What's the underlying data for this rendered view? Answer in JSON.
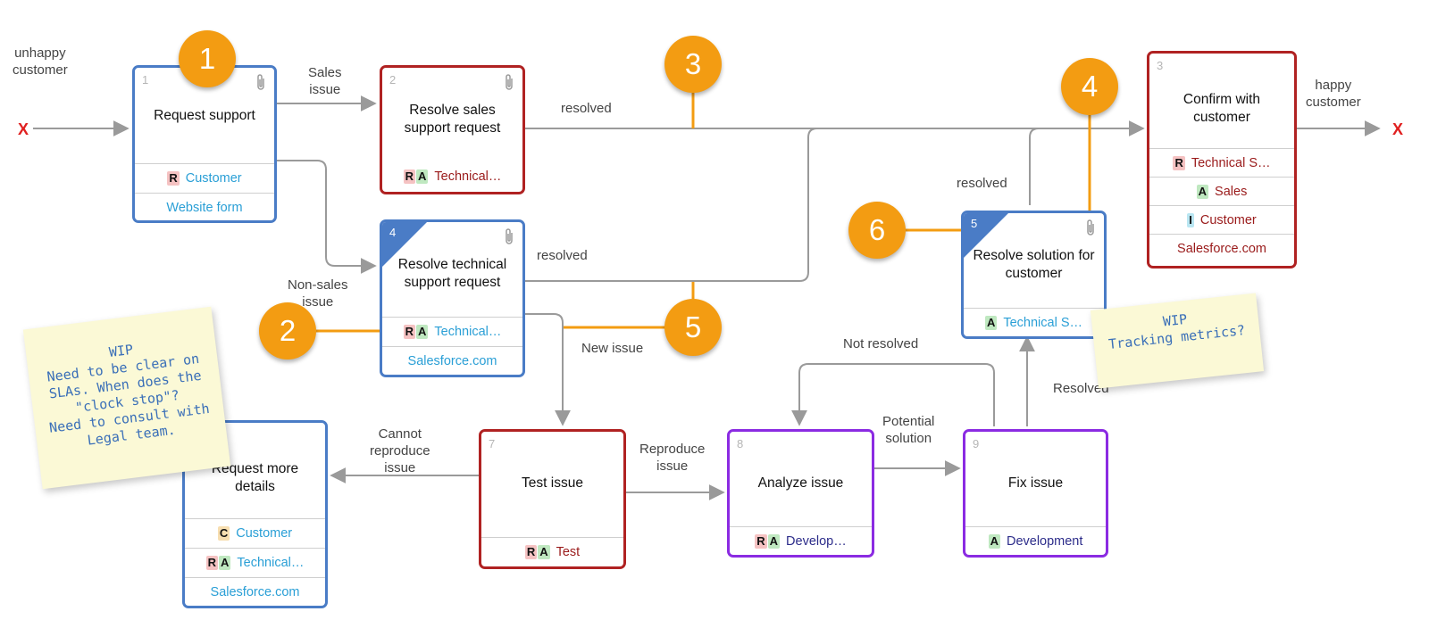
{
  "start_label": "unhappy\ncustomer",
  "end_label": "happy\ncustomer",
  "start_mark": "X",
  "end_mark": "X",
  "boxes": [
    {
      "num": "1",
      "title": "Request support",
      "rows": [
        {
          "badges": [
            "R"
          ],
          "text": "Customer",
          "color": "#2a9fd6"
        },
        {
          "badges": [],
          "text": "Website form",
          "color": "#2a9fd6"
        }
      ]
    },
    {
      "num": "2",
      "title": "Resolve sales support request",
      "rows": [
        {
          "badges": [
            "R",
            "A"
          ],
          "text": "Technical…",
          "color": "#9a1b1b"
        }
      ]
    },
    {
      "num": "3",
      "title": "Confirm with customer",
      "rows": [
        {
          "badges": [
            "R"
          ],
          "text": "Technical S…",
          "color": "#9a1b1b"
        },
        {
          "badges": [
            "A"
          ],
          "text": "Sales",
          "color": "#9a1b1b"
        },
        {
          "badges": [
            "I"
          ],
          "text": "Customer",
          "color": "#9a1b1b"
        },
        {
          "badges": [],
          "text": "Salesforce.com",
          "color": "#9a1b1b"
        }
      ]
    },
    {
      "num": "4",
      "title": "Resolve technical support request",
      "rows": [
        {
          "badges": [
            "R",
            "A"
          ],
          "text": "Technical…",
          "color": "#2a9fd6"
        },
        {
          "badges": [],
          "text": "Salesforce.com",
          "color": "#2a9fd6"
        }
      ]
    },
    {
      "num": "5",
      "title": "Resolve solution for customer",
      "rows": [
        {
          "badges": [
            "A"
          ],
          "text": "Technical S…",
          "color": "#2a9fd6"
        }
      ]
    },
    {
      "num": "",
      "title": "Request more details",
      "rows": [
        {
          "badges": [
            "C"
          ],
          "text": "Customer",
          "color": "#2a9fd6"
        },
        {
          "badges": [
            "R",
            "A"
          ],
          "text": "Technical…",
          "color": "#2a9fd6"
        },
        {
          "badges": [],
          "text": "Salesforce.com",
          "color": "#2a9fd6"
        }
      ]
    },
    {
      "num": "7",
      "title": "Test issue",
      "rows": [
        {
          "badges": [
            "R",
            "A"
          ],
          "text": "Test",
          "color": "#9a1b1b"
        }
      ]
    },
    {
      "num": "8",
      "title": "Analyze issue",
      "rows": [
        {
          "badges": [
            "R",
            "A"
          ],
          "text": "Develop…",
          "color": "#2c2c8a"
        }
      ]
    },
    {
      "num": "9",
      "title": "Fix issue",
      "rows": [
        {
          "badges": [
            "A"
          ],
          "text": "Development",
          "color": "#2c2c8a"
        }
      ]
    }
  ],
  "edge_labels": {
    "sales_issue": "Sales\nissue",
    "resolved_top": "resolved",
    "non_sales_issue": "Non-sales\nissue",
    "resolved_mid": "resolved",
    "resolved_5": "resolved",
    "new_issue": "New issue",
    "not_resolved": "Not resolved",
    "resolved_cap": "Resolved",
    "potential_solution": "Potential\nsolution",
    "reproduce_issue": "Reproduce\nissue",
    "cannot_reproduce": "Cannot\nreproduce\nissue"
  },
  "markers": [
    "1",
    "2",
    "3",
    "4",
    "5",
    "6"
  ],
  "notes": {
    "left": [
      "WIP",
      "Need to be clear on",
      "SLAs. When does the",
      "\"clock stop\"?",
      "Need to consult with",
      "Legal team."
    ],
    "right": [
      "WIP",
      "Tracking metrics?"
    ]
  },
  "colors": {
    "blue_frame": "#4a7cc6",
    "red_frame": "#b02222",
    "purple_frame": "#8b2be2",
    "marker": "#f39c12",
    "connector": "#9a9a9a",
    "note_bg": "#fbf9d6"
  }
}
